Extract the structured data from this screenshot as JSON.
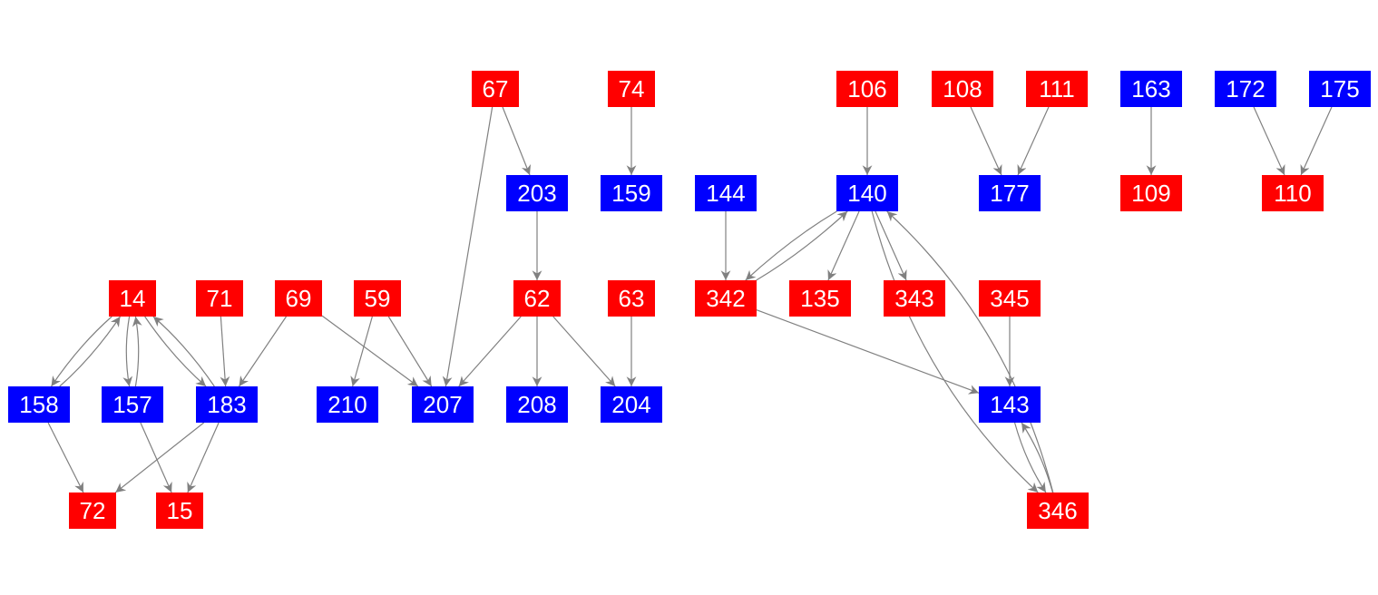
{
  "colors": {
    "red": "#ff0000",
    "blue": "#0000ff",
    "edge": "#808080"
  },
  "nodes": [
    {
      "id": "67",
      "color": "red"
    },
    {
      "id": "74",
      "color": "red"
    },
    {
      "id": "106",
      "color": "red"
    },
    {
      "id": "108",
      "color": "red"
    },
    {
      "id": "111",
      "color": "red"
    },
    {
      "id": "163",
      "color": "blue"
    },
    {
      "id": "172",
      "color": "blue"
    },
    {
      "id": "175",
      "color": "blue"
    },
    {
      "id": "203",
      "color": "blue"
    },
    {
      "id": "159",
      "color": "blue"
    },
    {
      "id": "144",
      "color": "blue"
    },
    {
      "id": "140",
      "color": "blue"
    },
    {
      "id": "177",
      "color": "blue"
    },
    {
      "id": "109",
      "color": "red"
    },
    {
      "id": "110",
      "color": "red"
    },
    {
      "id": "14",
      "color": "red"
    },
    {
      "id": "71",
      "color": "red"
    },
    {
      "id": "69",
      "color": "red"
    },
    {
      "id": "59",
      "color": "red"
    },
    {
      "id": "62",
      "color": "red"
    },
    {
      "id": "63",
      "color": "red"
    },
    {
      "id": "342",
      "color": "red"
    },
    {
      "id": "135",
      "color": "red"
    },
    {
      "id": "343",
      "color": "red"
    },
    {
      "id": "345",
      "color": "red"
    },
    {
      "id": "158",
      "color": "blue"
    },
    {
      "id": "157",
      "color": "blue"
    },
    {
      "id": "183",
      "color": "blue"
    },
    {
      "id": "210",
      "color": "blue"
    },
    {
      "id": "207",
      "color": "blue"
    },
    {
      "id": "208",
      "color": "blue"
    },
    {
      "id": "204",
      "color": "blue"
    },
    {
      "id": "143",
      "color": "blue"
    },
    {
      "id": "72",
      "color": "red"
    },
    {
      "id": "15",
      "color": "red"
    },
    {
      "id": "346",
      "color": "red"
    }
  ],
  "edges": [
    [
      "14",
      "158"
    ],
    [
      "158",
      "14"
    ],
    [
      "14",
      "157"
    ],
    [
      "157",
      "14"
    ],
    [
      "14",
      "183"
    ],
    [
      "183",
      "14"
    ],
    [
      "71",
      "183"
    ],
    [
      "69",
      "183"
    ],
    [
      "69",
      "207"
    ],
    [
      "59",
      "210"
    ],
    [
      "59",
      "207"
    ],
    [
      "67",
      "207"
    ],
    [
      "67",
      "203"
    ],
    [
      "203",
      "62"
    ],
    [
      "62",
      "207"
    ],
    [
      "62",
      "208"
    ],
    [
      "62",
      "204"
    ],
    [
      "63",
      "204"
    ],
    [
      "74",
      "159"
    ],
    [
      "158",
      "72"
    ],
    [
      "157",
      "15"
    ],
    [
      "183",
      "72"
    ],
    [
      "183",
      "15"
    ],
    [
      "144",
      "342"
    ],
    [
      "140",
      "342"
    ],
    [
      "342",
      "140"
    ],
    [
      "140",
      "135"
    ],
    [
      "140",
      "343"
    ],
    [
      "140",
      "346"
    ],
    [
      "346",
      "140"
    ],
    [
      "342",
      "143"
    ],
    [
      "345",
      "143"
    ],
    [
      "143",
      "346"
    ],
    [
      "346",
      "143"
    ],
    [
      "106",
      "140"
    ],
    [
      "108",
      "177"
    ],
    [
      "111",
      "177"
    ],
    [
      "163",
      "109"
    ],
    [
      "172",
      "110"
    ],
    [
      "175",
      "110"
    ]
  ]
}
